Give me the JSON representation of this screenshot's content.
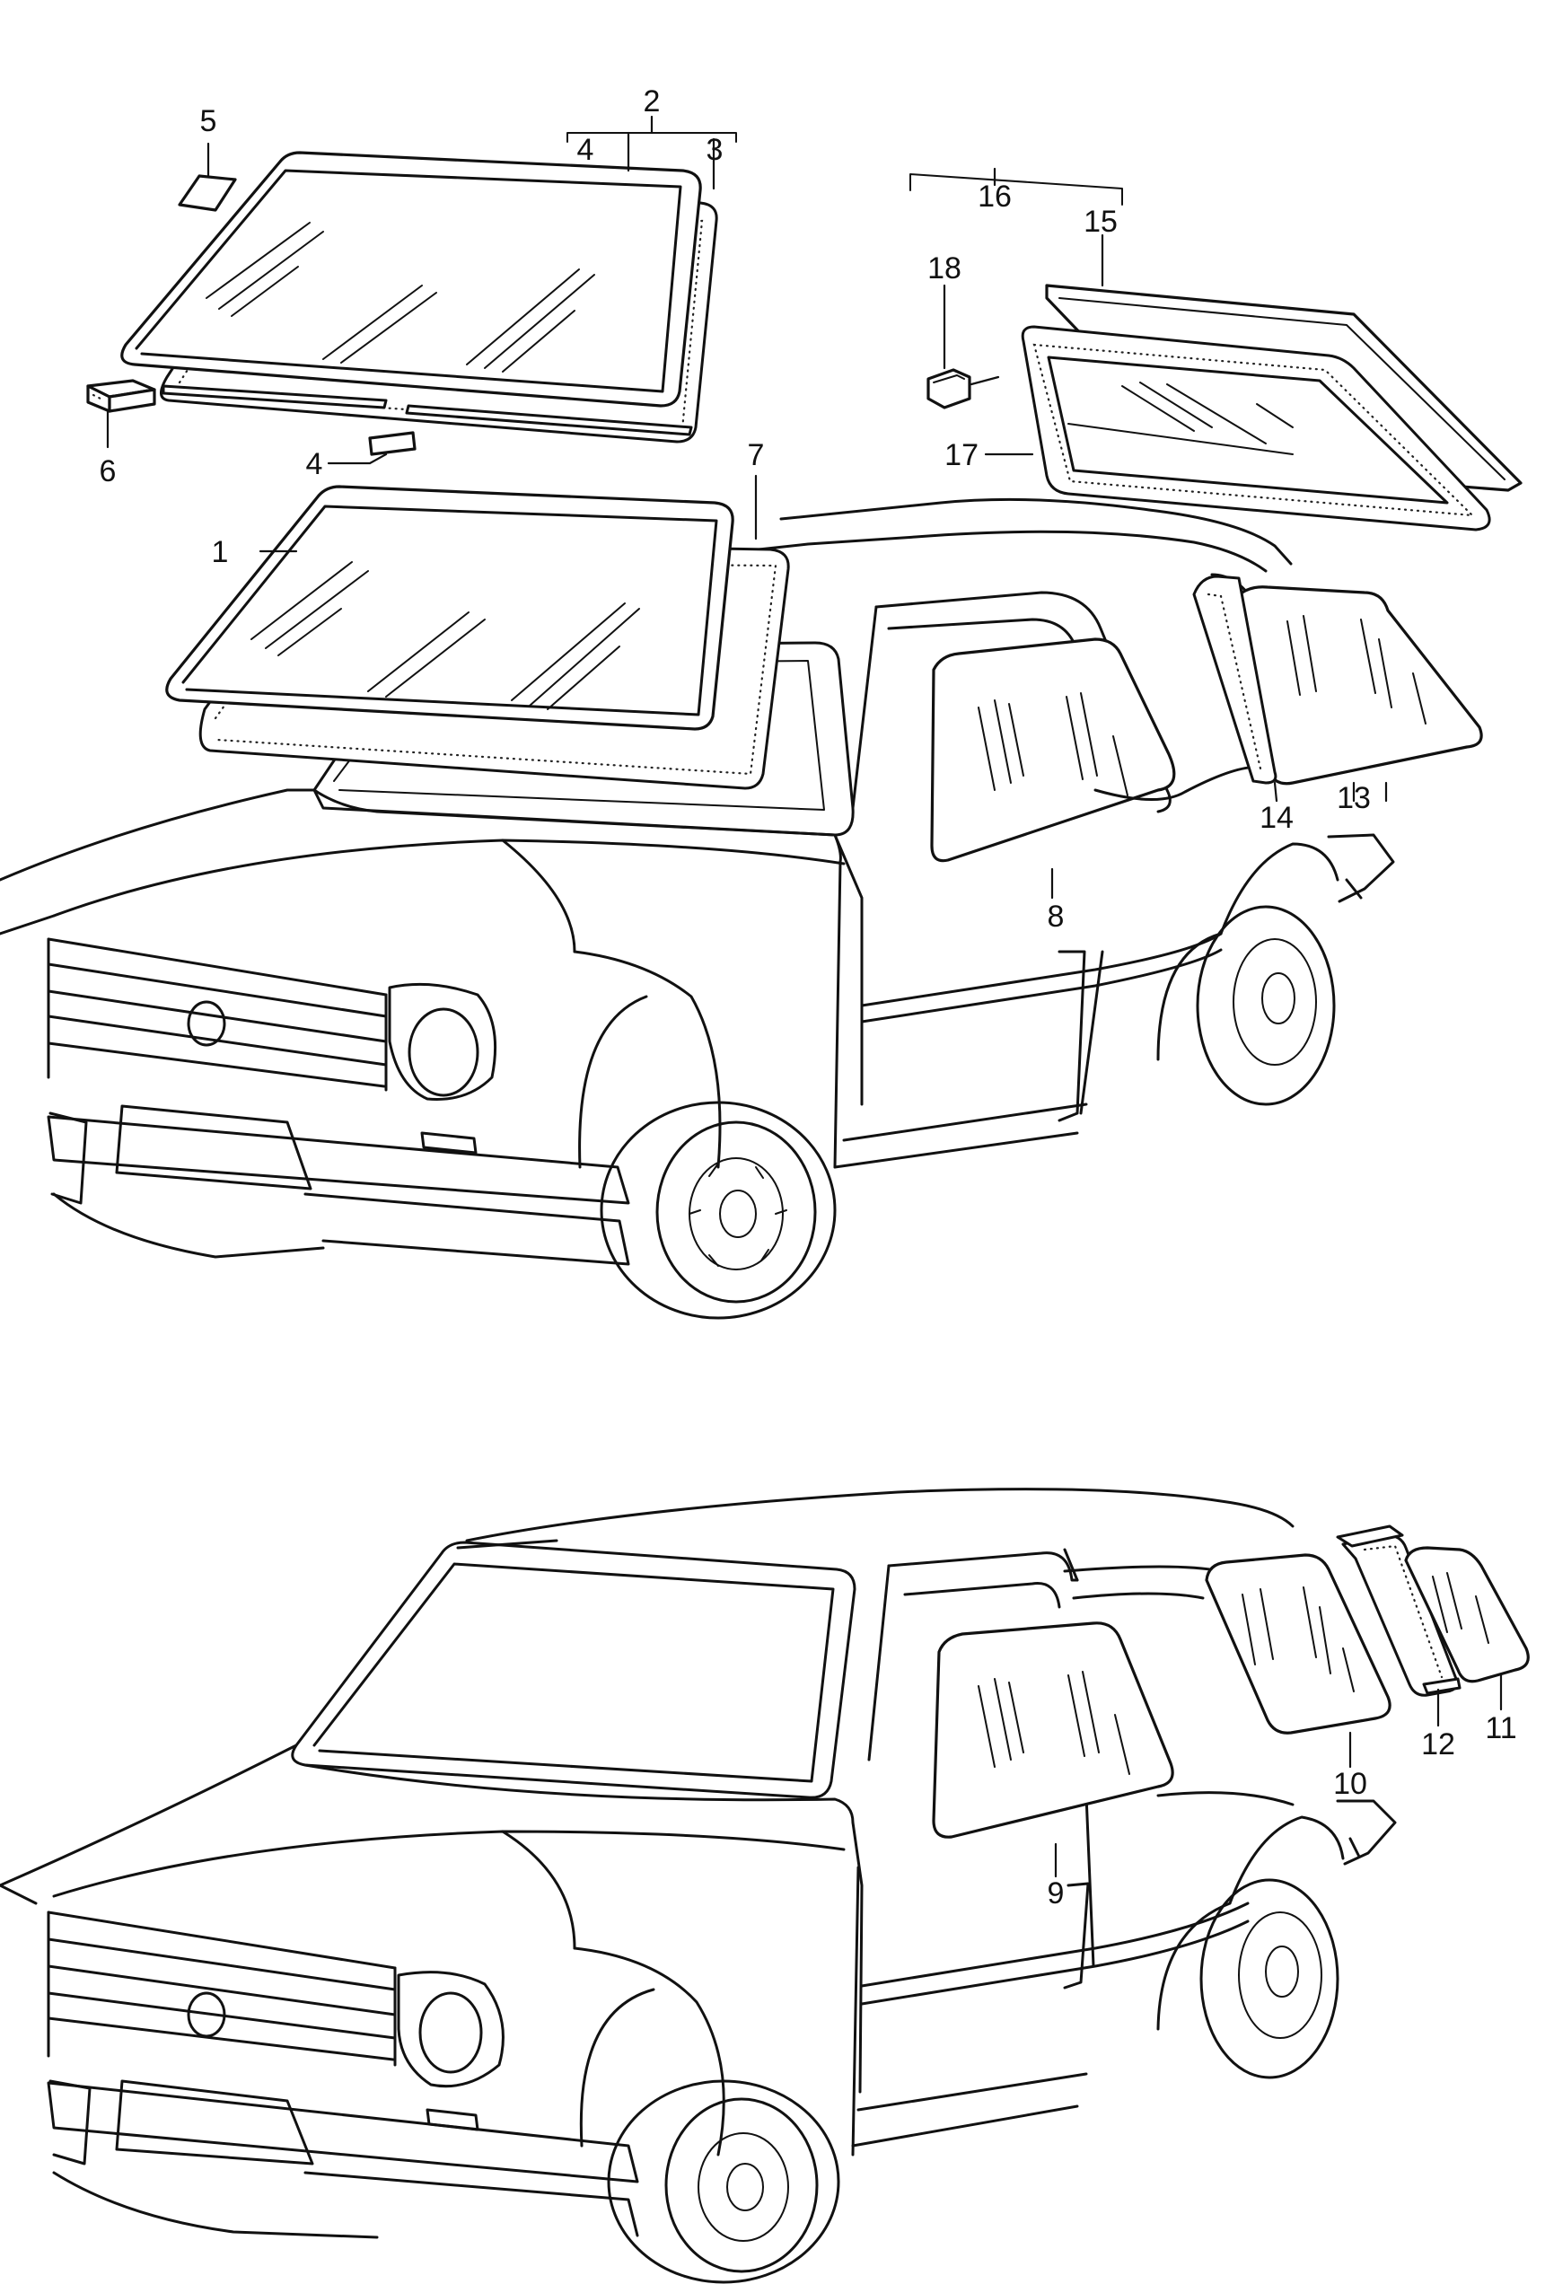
{
  "diagram": {
    "callouts": {
      "c1": "1",
      "c2": "2",
      "c3": "3",
      "c4a": "4",
      "c4b": "4",
      "c5": "5",
      "c6": "6",
      "c7": "7",
      "c8": "8",
      "c9": "9",
      "c10": "10",
      "c11": "11",
      "c12": "12",
      "c13": "13",
      "c14": "14",
      "c15": "15",
      "c16": "16",
      "c17": "17",
      "c18": "18"
    }
  }
}
